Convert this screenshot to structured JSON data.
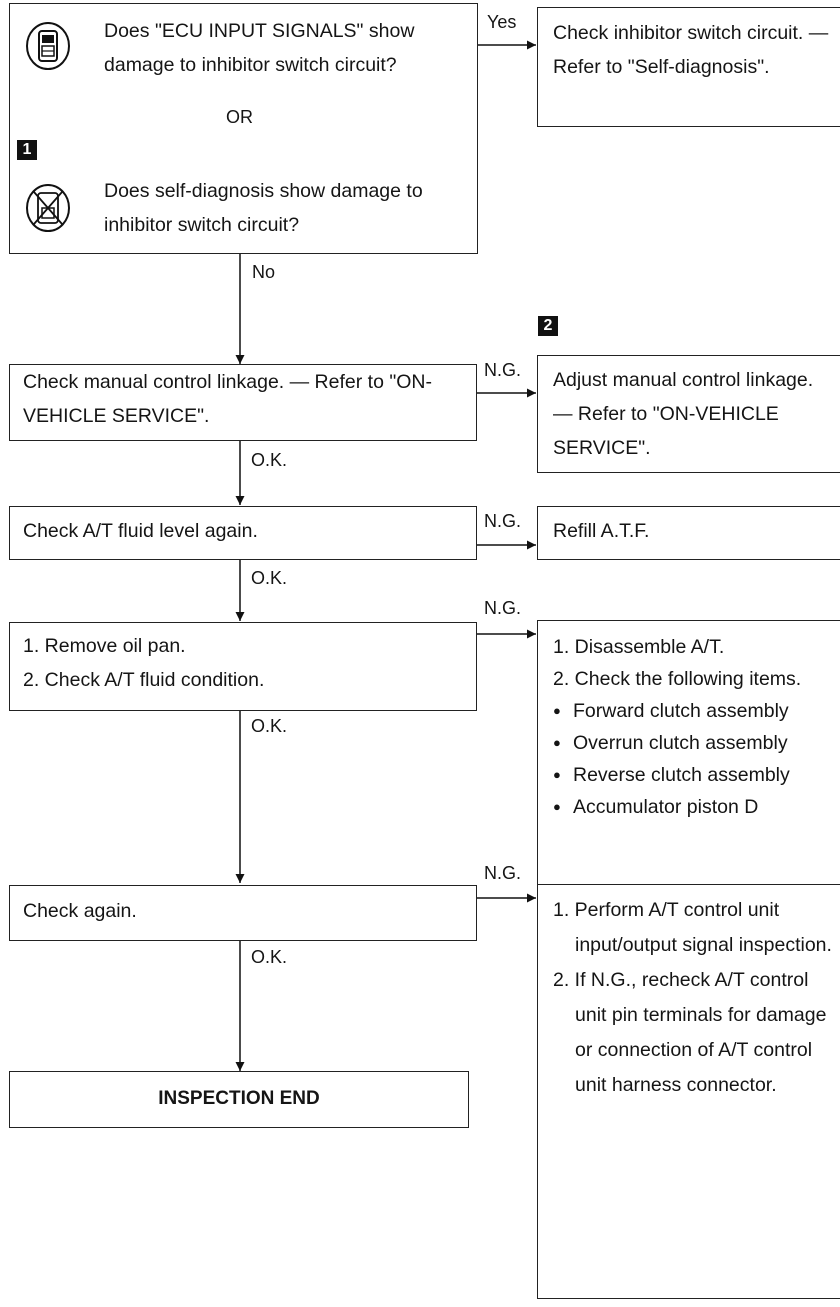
{
  "step1": {
    "question_a": "Does \"ECU INPUT SIGNALS\" show damage to inhibitor switch circuit?",
    "or_label": "OR",
    "marker": "1",
    "question_b": "Does self-diagnosis show damage to inhibitor switch circuit?",
    "yes_label": "Yes",
    "yes_action": "Check inhibitor switch circuit. — Refer to \"Self-diagnosis\".",
    "no_label": "No"
  },
  "step2": {
    "marker": "2",
    "check": "Check manual control linkage. — Refer to \"ON-VEHICLE SERVICE\".",
    "ng_label": "N.G.",
    "ng_action": "Adjust manual control linkage. — Refer to \"ON-VEHICLE SERVICE\".",
    "ok_label": "O.K."
  },
  "step3": {
    "check": "Check A/T fluid level again.",
    "ng_label": "N.G.",
    "ng_action": "Refill A.T.F.",
    "ok_label": "O.K."
  },
  "step4": {
    "checks": [
      "1. Remove oil pan.",
      "2. Check A/T fluid condition."
    ],
    "ng_label": "N.G.",
    "ng_steps": [
      "1. Disassemble A/T.",
      "2. Check the following items."
    ],
    "ng_items": [
      "Forward clutch assembly",
      "Overrun clutch assembly",
      "Reverse clutch assembly",
      "Accumulator piston D"
    ],
    "ok_label": "O.K."
  },
  "step5": {
    "check": "Check again.",
    "ng_label": "N.G.",
    "ng_steps": [
      "1. Perform A/T control unit input/output signal inspection.",
      "2. If N.G., recheck A/T control unit pin terminals for damage or connection of A/T control unit harness connector."
    ],
    "ok_label": "O.K."
  },
  "end": {
    "label": "INSPECTION END"
  }
}
